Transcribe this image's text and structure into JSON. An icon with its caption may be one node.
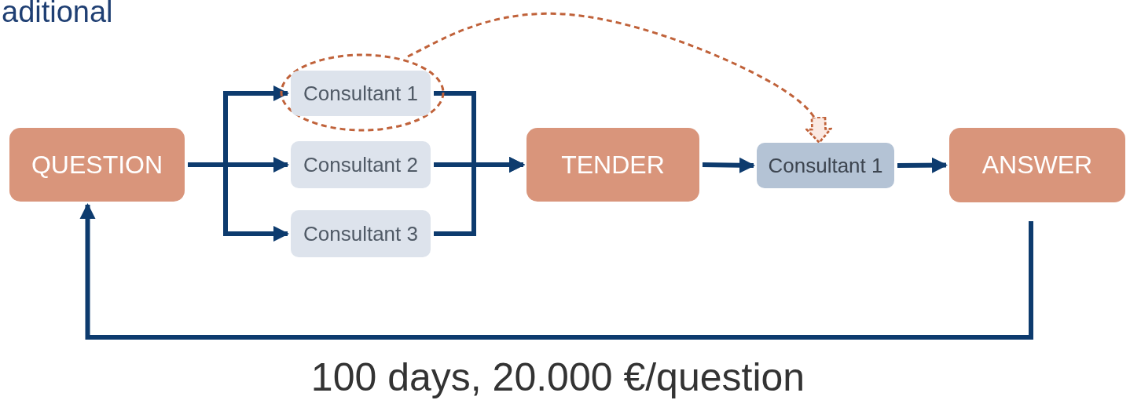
{
  "diagram": {
    "title": "aditional",
    "nodes": [
      {
        "text": [
          "QUESTION"
        ]
      },
      {
        "text": [],
        "shape": "ellipse"
      },
      {
        "text": [
          "Consultant 1"
        ],
        "in": 1
      },
      {
        "text": [
          "Consultant 2"
        ]
      },
      {
        "text": [
          "Consultant 3"
        ]
      },
      {
        "text": [
          "TENDER"
        ]
      },
      {
        "text": [
          "Consultant 1"
        ]
      },
      {
        "text": [
          "ANSWER"
        ]
      }
    ],
    "edges": [
      {
        "from": 0,
        "to": 2,
        "arrow": "to"
      },
      {
        "from": 0,
        "to": 3,
        "arrow": "to"
      },
      {
        "from": 0,
        "to": 4,
        "arrow": "to"
      },
      {
        "from": 2,
        "to": 5,
        "arrow": "to"
      },
      {
        "from": 3,
        "to": 5,
        "arrow": "to"
      },
      {
        "from": 4,
        "to": 5,
        "arrow": "to"
      },
      {
        "from": 5,
        "to": 6,
        "arrow": "to"
      },
      {
        "from": 6,
        "to": 7,
        "arrow": "to"
      },
      {
        "from": 7,
        "to": 0,
        "arrow": "to"
      },
      {
        "from": 1,
        "to": 6,
        "arrow": "to",
        "style": "dashed",
        "color": "#c0623a"
      }
    ],
    "labels": [
      "100 days, 20.000 €/question"
    ]
  }
}
